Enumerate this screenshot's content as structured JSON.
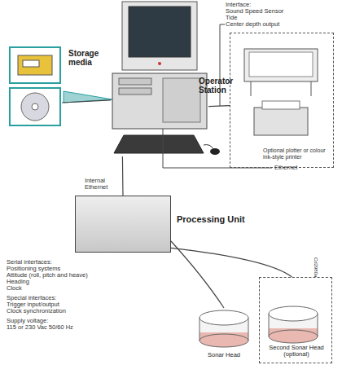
{
  "diagram": {
    "nodes": [
      {
        "text": [
          "Storage media"
        ]
      },
      {
        "text": [
          "Operator Station"
        ]
      },
      {
        "text": [
          "Optional plotter or colour ink-style printer"
        ]
      },
      {
        "text": [
          "Processing Unit"
        ]
      },
      {
        "text": [
          "Sonar Head"
        ]
      },
      {
        "text": [
          "Second Sonar Head (optional)"
        ]
      }
    ],
    "edges": [
      {
        "from": 0,
        "to": 1,
        "arrow": "none"
      },
      {
        "from": 1,
        "to": 2,
        "arrow": "none"
      },
      {
        "from": 1,
        "to": 3,
        "arrow": "none"
      },
      {
        "from": 3,
        "to": 4,
        "arrow": "none"
      },
      {
        "from": 3,
        "to": 5,
        "arrow": "none"
      }
    ],
    "labels": [
      "Interface:",
      "Sound Speed Sensor",
      "Tide",
      "Center depth output",
      "Ethernet",
      "Internal Ethernet",
      "Serial interfaces:",
      "Positioning systems",
      "Attitude (roll, pitch and heave)",
      "Heading",
      "Clock",
      "Special interfaces:",
      "Trigger input/output",
      "Clock synchronization",
      "Supply voltage:",
      "115 or 230 Vac 50/60 Hz",
      "Cd2980a"
    ]
  }
}
